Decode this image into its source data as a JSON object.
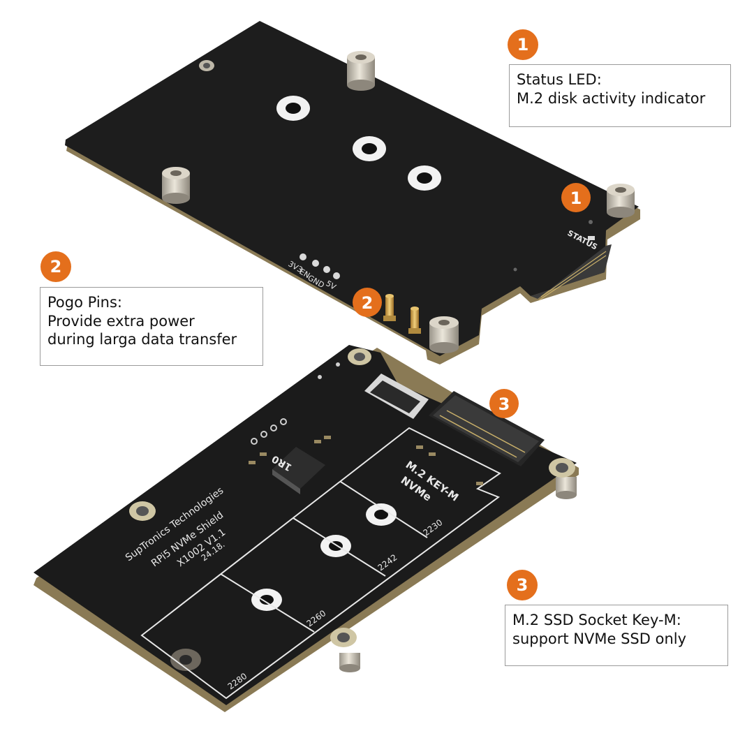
{
  "callouts": [
    {
      "number": "1",
      "lines": [
        "Status LED:",
        "M.2 disk activity indicator"
      ]
    },
    {
      "number": "2",
      "lines": [
        "Pogo Pins:",
        "Provide extra power",
        "during larga data transfer"
      ]
    },
    {
      "number": "3",
      "lines": [
        "M.2 SSD Socket Key-M:",
        "support NVMe SSD only"
      ]
    }
  ],
  "board_top": {
    "status_label": "STATUS",
    "pin_labels": [
      "3V3",
      "EN",
      "GND",
      "5V"
    ],
    "marker_1": "1",
    "marker_2": "2"
  },
  "board_bottom": {
    "silk_line_1": "SupTronics Technologies",
    "silk_line_2": "RPi5 NVMe Shield",
    "silk_line_3": "X1002 V1.1",
    "silk_line_4": "24.18.",
    "slot_title_1": "M.2 KEY-M",
    "slot_title_2": "NVMe",
    "sizes": [
      "2230",
      "2242",
      "2260",
      "2280"
    ],
    "inductor_label": "1R0",
    "marker_3": "3"
  },
  "colors": {
    "accent": "#e46f1c",
    "pcb": "#1b1b1b",
    "silkscreen": "#e8e8e8"
  }
}
